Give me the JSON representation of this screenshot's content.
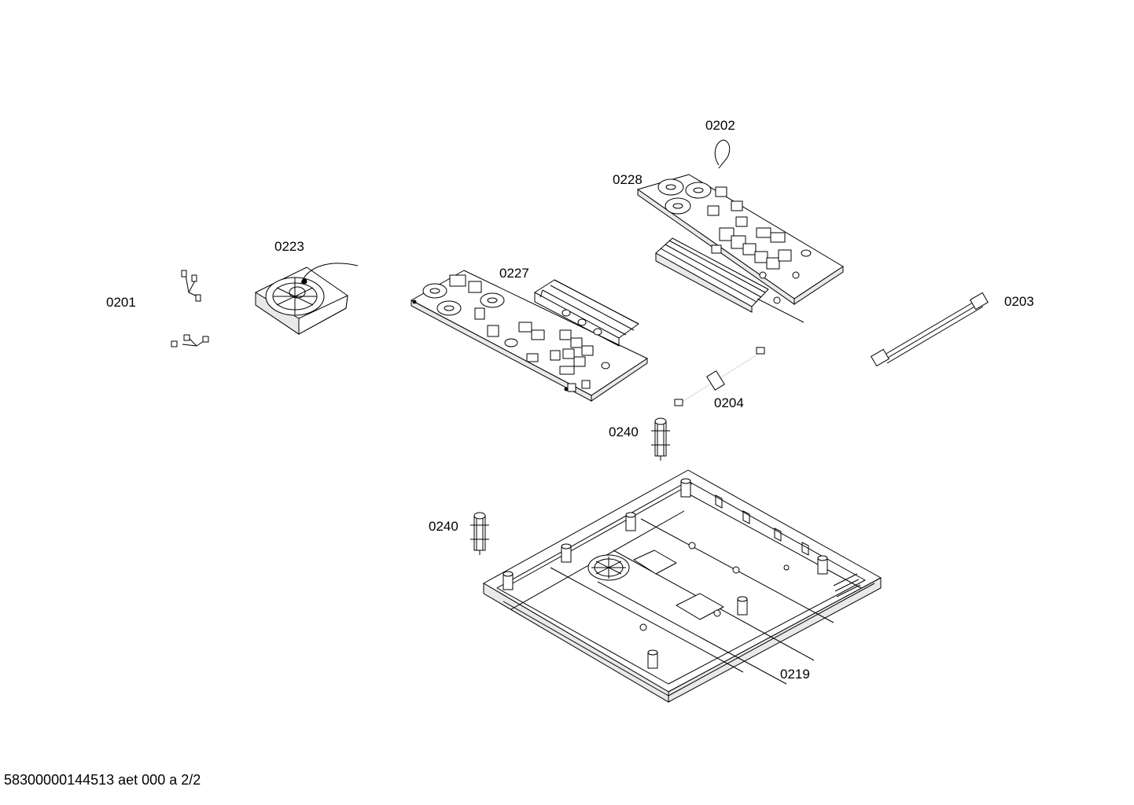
{
  "parts": [
    {
      "id": "0201",
      "label": "0201"
    },
    {
      "id": "0202",
      "label": "0202"
    },
    {
      "id": "0203",
      "label": "0203"
    },
    {
      "id": "0204",
      "label": "0204"
    },
    {
      "id": "0219",
      "label": "0219"
    },
    {
      "id": "0223",
      "label": "0223"
    },
    {
      "id": "0227",
      "label": "0227"
    },
    {
      "id": "0228",
      "label": "0228"
    },
    {
      "id": "0240a",
      "label": "0240"
    },
    {
      "id": "0240b",
      "label": "0240"
    }
  ],
  "footer": {
    "doc_ref": "58300000144513 aet 000 a 2/2"
  }
}
